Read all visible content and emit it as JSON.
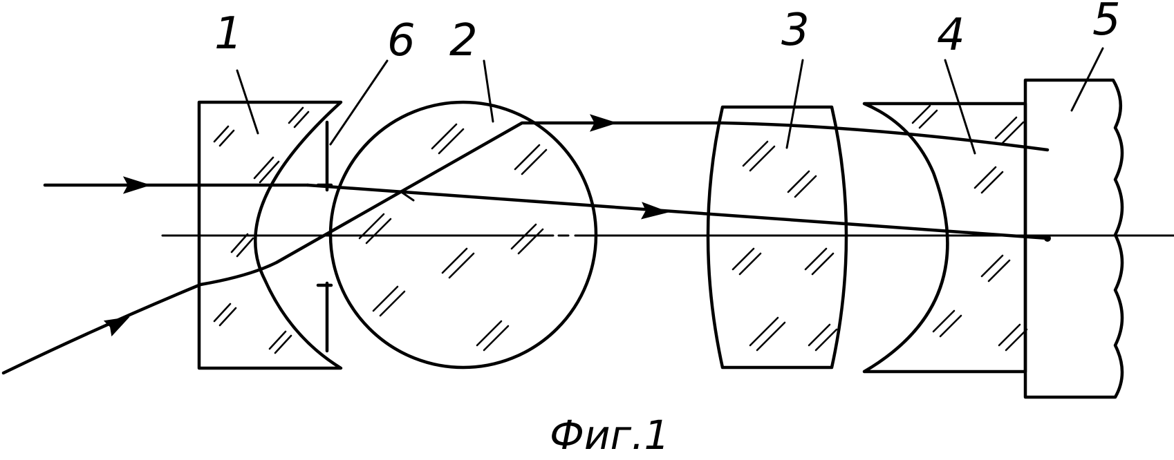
{
  "labels": {
    "l1": "1",
    "l2": "2",
    "l3": "3",
    "l4": "4",
    "l5": "5",
    "l6": "6"
  },
  "caption": "Фиг.1"
}
